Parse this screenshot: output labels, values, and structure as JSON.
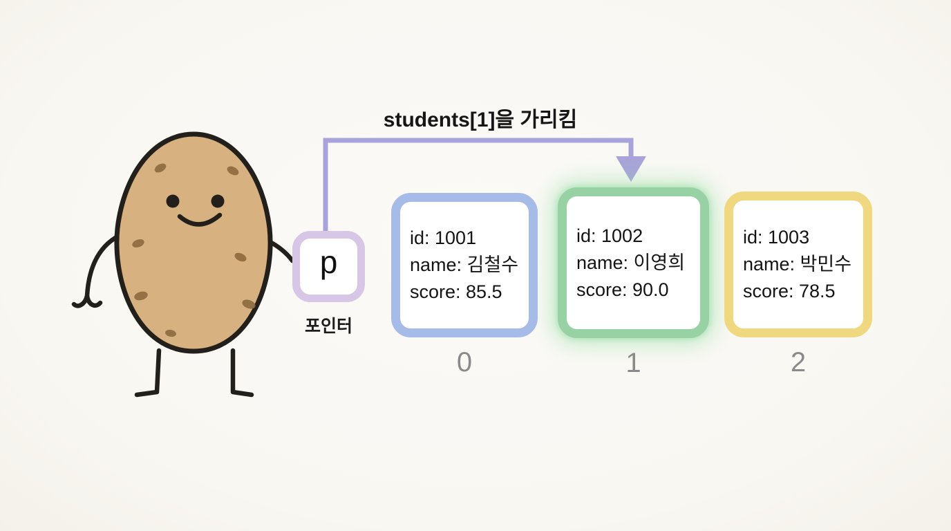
{
  "title": "students[1]을 가리킴",
  "pointer": {
    "label": "p",
    "caption": "포인터"
  },
  "array": {
    "cells": [
      {
        "index_label": "0",
        "highlighted": false,
        "lines": [
          "id: 1001",
          "name: 김철수",
          "score: 85.5"
        ]
      },
      {
        "index_label": "1",
        "highlighted": true,
        "lines": [
          "id: 1002",
          "name: 이영희",
          "score: 90.0"
        ]
      },
      {
        "index_label": "2",
        "highlighted": false,
        "lines": [
          "id: 1003",
          "name: 박민수",
          "score: 78.5"
        ]
      }
    ]
  },
  "colors": {
    "bg": "#f9f7f2",
    "ink": "#1b1b1b",
    "arrow": "#a8a3da",
    "pointer_border": "#d8c6e6",
    "cell_blue": "#a7bbe8",
    "cell_green": "#97d1a4",
    "cell_green_glow": "#90dca07d",
    "cell_yellow": "#efd87f",
    "index_text": "#8a8a8a",
    "potato_body": "#d8b181",
    "potato_outline": "#23201b",
    "potato_spot": "#8d6a3e"
  }
}
